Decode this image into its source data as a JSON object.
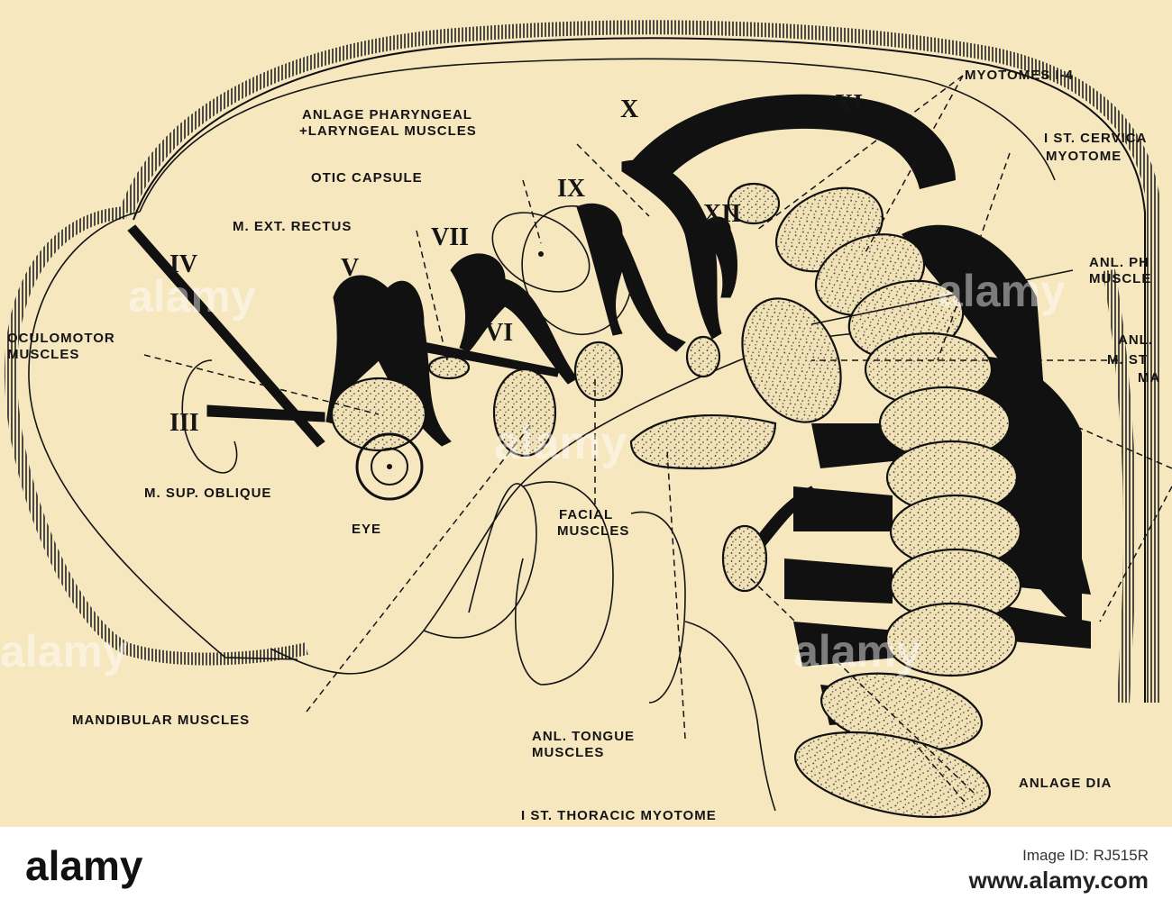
{
  "labels": {
    "myotomes": "MYOTOMES I-4",
    "anlage_pharyngeal": "ANLAGE PHARYNGEAL",
    "laryngeal": "+LARYNGEAL MUSCLES",
    "cervical1": "I ST. CERVICA",
    "cervical2": "MYOTOME",
    "otic": "OTIC CAPSULE",
    "ext_rectus": "M. EXT. RECTUS",
    "anl_ph1": "ANL. PH",
    "anl_ph2": "MUSCLE",
    "oculomotor1": "OCULOMOTOR",
    "oculomotor2": "MUSCLES",
    "anl_st1": "ANL.",
    "anl_st2": "M. ST",
    "anl_st3": "MA",
    "sup_oblique": "M. SUP. OBLIQUE",
    "eye": "EYE",
    "facial1": "FACIAL",
    "facial2": "MUSCLES",
    "mandibular": "MANDIBULAR MUSCLES",
    "tongue1": "ANL. TONGUE",
    "tongue2": "MUSCLES",
    "anlage_dia": "ANLAGE DIA",
    "thoracic": "I ST. THORACIC MYOTOME"
  },
  "nerves": {
    "n3": "III",
    "n4": "IV",
    "n5": "V",
    "n6": "VI",
    "n7": "VII",
    "n9": "IX",
    "n10": "X",
    "n11": "XI",
    "n12": "XII"
  },
  "footer": {
    "logo": "alamy",
    "image_id": "Image ID: RJ515R",
    "url": "www.alamy.com"
  },
  "watermark": "alamy"
}
